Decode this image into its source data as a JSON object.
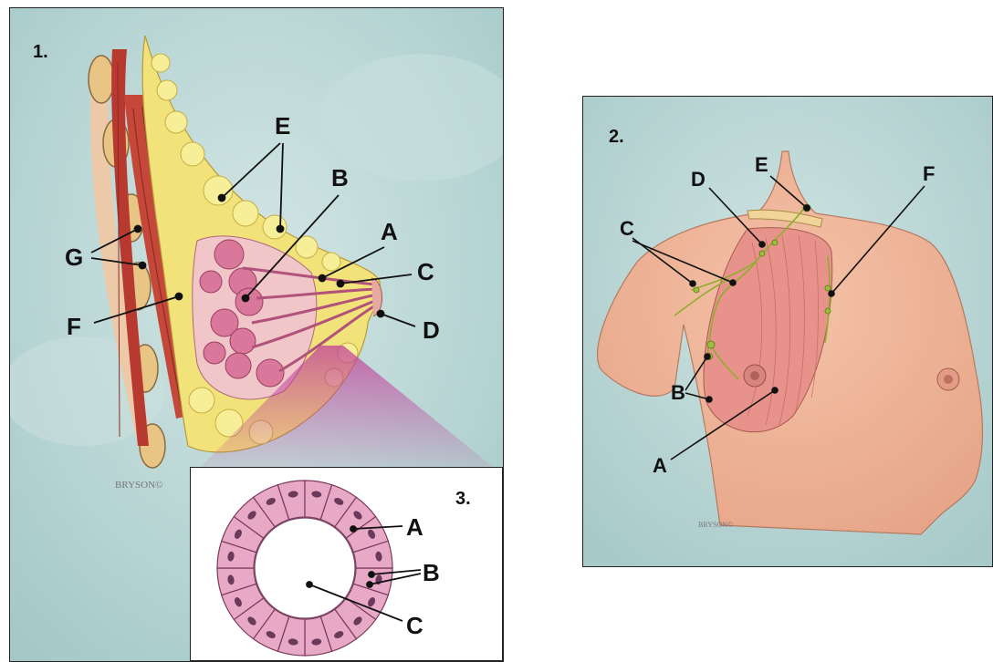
{
  "panel1": {
    "number": "1.",
    "labels": {
      "A": "A",
      "B": "B",
      "C": "C",
      "D": "D",
      "E": "E",
      "F": "F",
      "G": "G"
    },
    "signature": "BRYSON©"
  },
  "panel2": {
    "number": "2.",
    "labels": {
      "A": "A",
      "B": "B",
      "C": "C",
      "D": "D",
      "E": "E",
      "F": "F"
    },
    "signature": "BRYSON©"
  },
  "panel3": {
    "number": "3.",
    "labels": {
      "A": "A",
      "B": "B",
      "C": "C"
    }
  },
  "colors": {
    "background_teal": "#b9d6d6",
    "fat_yellow": "#f2e27a",
    "muscle_red": "#c4473a",
    "gland_pink": "#d9789a",
    "skin": "#ecae93",
    "lymph_green": "#9bbf3a",
    "cell_pink": "#e8a9c6"
  }
}
